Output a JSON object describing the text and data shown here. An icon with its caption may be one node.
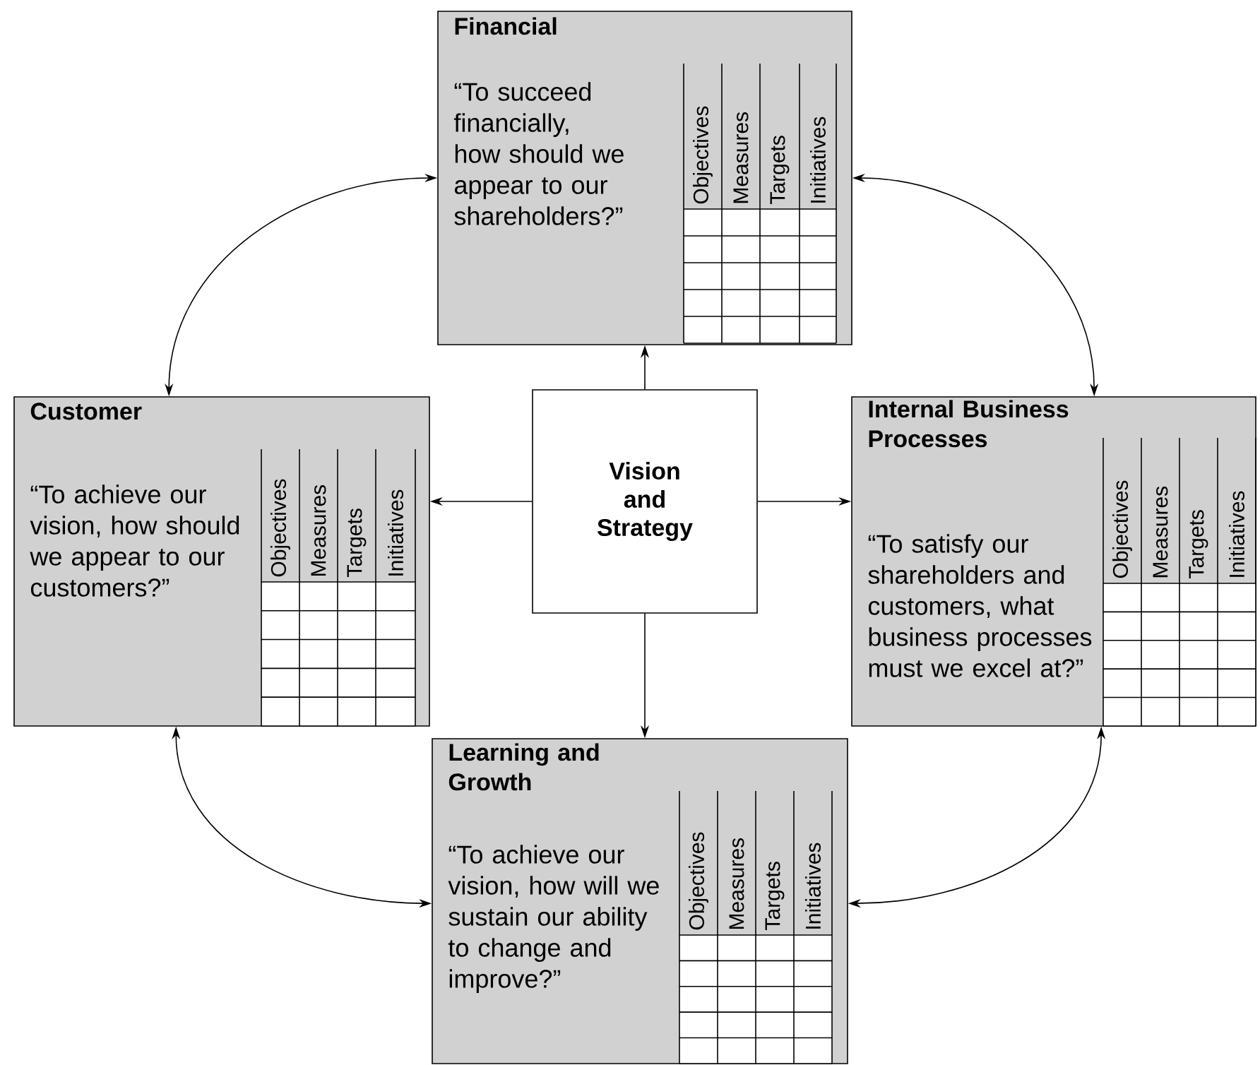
{
  "diagram": {
    "nodes": [
      {
        "text": [
          "Financial",
          "“To succeed financially, how should we appear to our shareholders?”",
          "Objectives",
          "Measures",
          "Targets",
          "Initiatives"
        ]
      },
      {
        "text": [
          "Customer",
          "“To achieve our vision, how should we appear to our customers?”",
          "Objectives",
          "Measures",
          "Targets",
          "Initiatives"
        ]
      },
      {
        "text": [
          "Vision and Strategy"
        ]
      },
      {
        "text": [
          "Internal Business Processes",
          "“To satisfy our shareholders and customers, what business processes must we excel at?”",
          "Objectives",
          "Measures",
          "Targets",
          "Initiatives"
        ]
      },
      {
        "text": [
          "Learning and Growth",
          "“To achieve our vision, how will we sustain our ability to change and improve?”",
          "Objectives",
          "Measures",
          "Targets",
          "Initiatives"
        ]
      }
    ],
    "edges": [
      {
        "from": 2,
        "to": 0,
        "arrow": "to"
      },
      {
        "from": 2,
        "to": 1,
        "arrow": "to"
      },
      {
        "from": 2,
        "to": 3,
        "arrow": "to"
      },
      {
        "from": 2,
        "to": 4,
        "arrow": "to"
      },
      {
        "from": 0,
        "to": 1,
        "arrow": "both"
      },
      {
        "from": 0,
        "to": 3,
        "arrow": "both"
      },
      {
        "from": 1,
        "to": 4,
        "arrow": "both"
      },
      {
        "from": 3,
        "to": 4,
        "arrow": "both"
      }
    ]
  }
}
